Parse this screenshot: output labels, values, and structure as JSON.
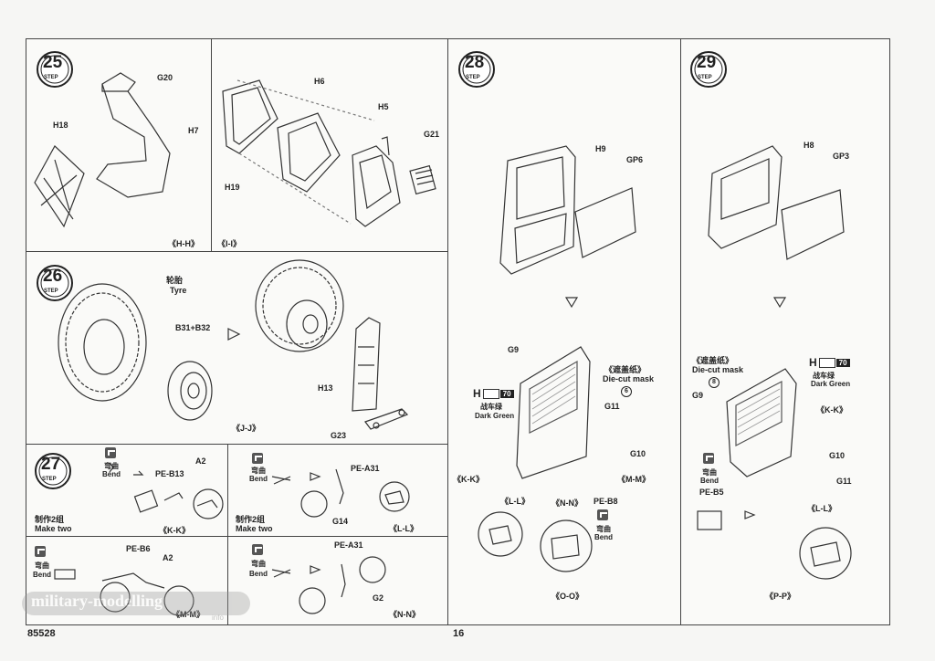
{
  "steps": {
    "s25": {
      "number": "25",
      "step_word": "STEP",
      "labels": {
        "g20": "G20",
        "h7": "H7",
        "h18": "H18",
        "ref": "《H-H》"
      }
    },
    "i_panel": {
      "labels": {
        "h6": "H6",
        "h5": "H5",
        "g21": "G21",
        "h19": "H19",
        "ref": "《I-I》"
      }
    },
    "s26": {
      "number": "26",
      "step_word": "STEP",
      "labels": {
        "tyre_cn": "轮胎",
        "tyre": "Tyre",
        "b31_b32": "B31+B32",
        "h13": "H13",
        "g23": "G23",
        "ref": "《J-J》"
      }
    },
    "s27": {
      "number": "27",
      "step_word": "STEP",
      "left": {
        "make_two_cn": "制作2组",
        "make_two": "Make two",
        "bend_cn": "弯曲",
        "bend": "Bend",
        "pe": "PE-B13",
        "a2": "A2",
        "ref": "《K-K》"
      },
      "right": {
        "make_two_cn": "制作2组",
        "make_two": "Make two",
        "bend_cn": "弯曲",
        "bend": "Bend",
        "pe": "PE-A31",
        "g14": "G14",
        "ref": "《L-L》"
      }
    },
    "m_panel": {
      "bend_cn": "弯曲",
      "bend": "Bend",
      "pe": "PE-B6",
      "a2": "A2",
      "ref": "《M-M》"
    },
    "n_panel": {
      "bend_cn": "弯曲",
      "bend": "Bend",
      "pe": "PE-A31",
      "g2": "G2",
      "ref": "《N-N》"
    },
    "s28": {
      "number": "28",
      "step_word": "STEP",
      "labels": {
        "h9": "H9",
        "gp6": "GP6",
        "g9": "G9",
        "mask_cn": "《遮盖纸》",
        "mask": "Die-cut mask",
        "mask_num": "6",
        "g11": "G11",
        "g10": "G10",
        "kk": "《K-K》",
        "mm": "《M-M》",
        "ll": "《L-L》",
        "nn": "《N-N》",
        "pe_b8": "PE-B8",
        "bend_cn": "弯曲",
        "bend": "Bend",
        "ref": "《O-O》"
      },
      "paint": {
        "letter": "H",
        "num": "70",
        "name_cn": "战车绿",
        "name": "Dark Green",
        "color": "#ffffff"
      }
    },
    "s29": {
      "number": "29",
      "step_word": "STEP",
      "labels": {
        "h8": "H8",
        "gp3": "GP3",
        "mask_cn": "《遮盖纸》",
        "mask": "Die-cut mask",
        "mask_num": "8",
        "g9": "G9",
        "kk": "《K-K》",
        "g10": "G10",
        "g11": "G11",
        "bend_cn": "弯曲",
        "bend": "Bend",
        "pe_b5": "PE-B5",
        "ll": "《L-L》",
        "ref": "《P-P》"
      },
      "paint": {
        "letter": "H",
        "num": "70",
        "name_cn": "战车绿",
        "name": "Dark Green",
        "color": "#ffffff"
      }
    }
  },
  "footer": {
    "code": "85528",
    "page": "16"
  },
  "watermark": {
    "text": "military-modelling",
    "sub": "info"
  }
}
